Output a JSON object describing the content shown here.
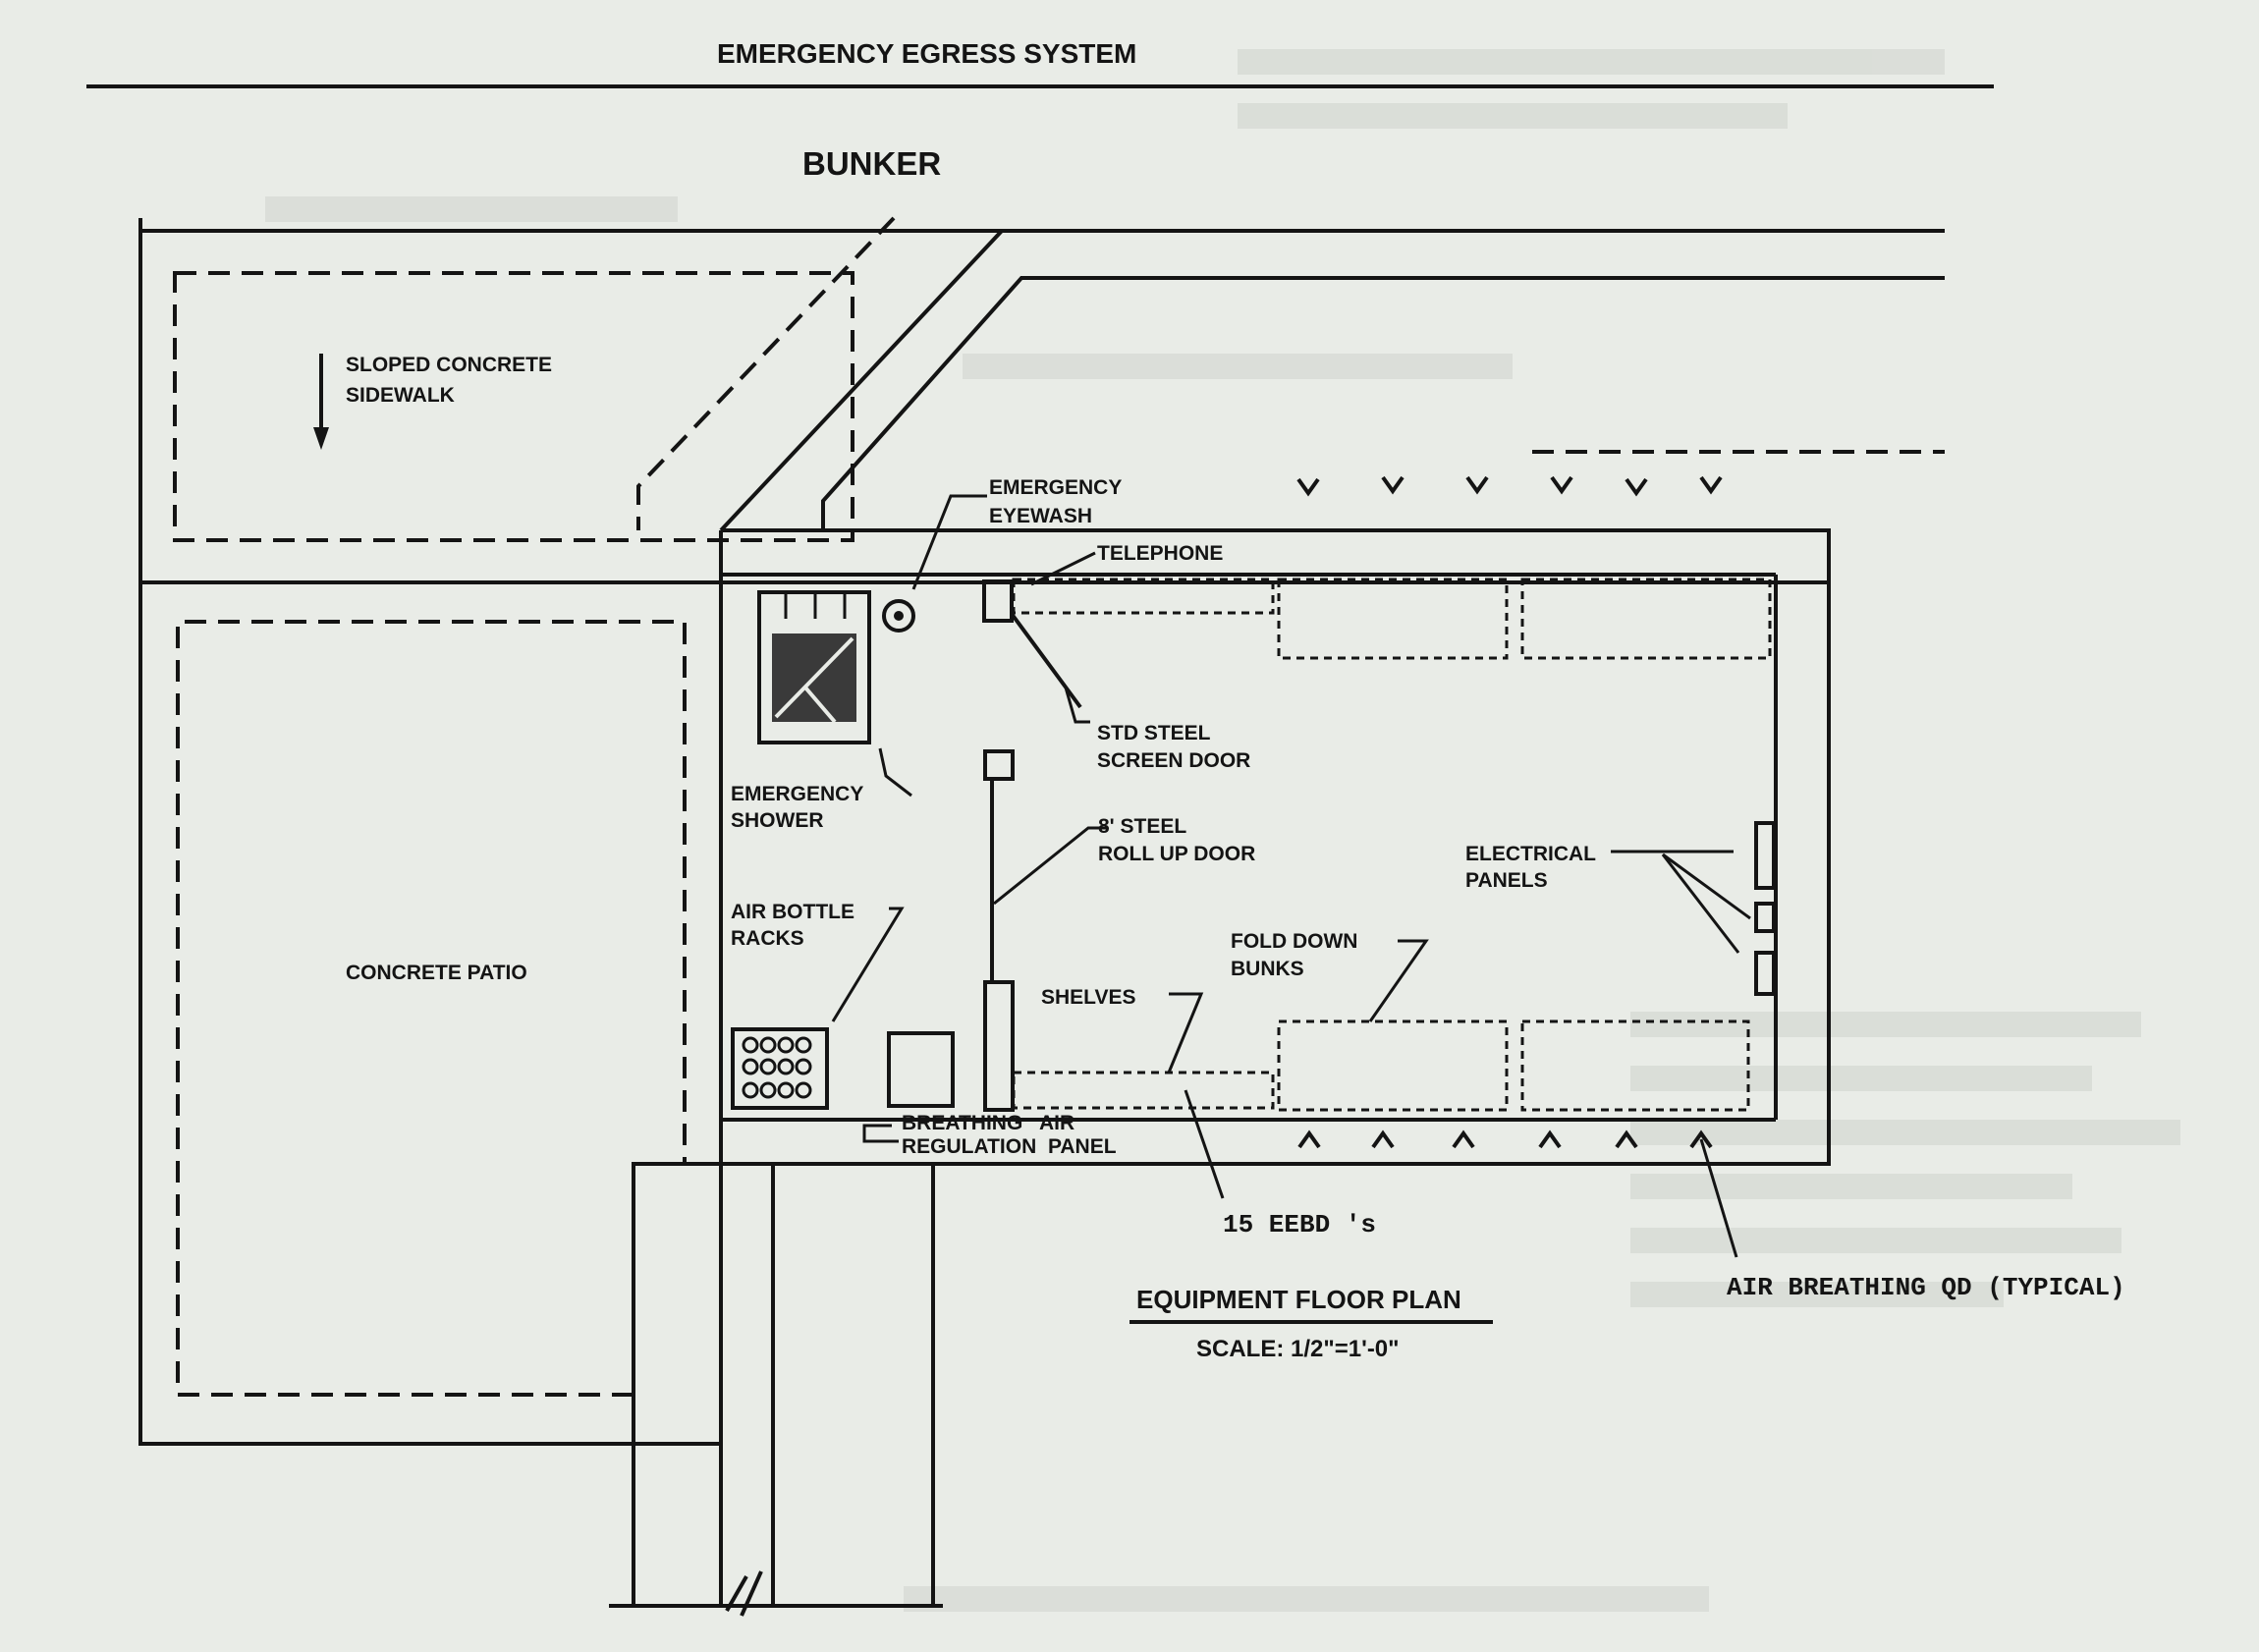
{
  "title": "EMERGENCY EGRESS SYSTEM",
  "areas": {
    "bunker": "BUNKER",
    "concrete_patio": "CONCRETE PATIO"
  },
  "labels": {
    "sloped_sidewalk": [
      "SLOPED CONCRETE",
      "SIDEWALK"
    ],
    "emergency_eyewash": [
      "EMERGENCY",
      "EYEWASH"
    ],
    "telephone": "TELEPHONE",
    "screen_door": [
      "STD STEEL",
      "SCREEN DOOR"
    ],
    "emergency_shower": [
      "EMERGENCY",
      "SHOWER"
    ],
    "roll_up_door": [
      "8' STEEL",
      "ROLL UP DOOR"
    ],
    "electrical_panels": [
      "ELECTRICAL",
      "PANELS"
    ],
    "air_bottle_racks": [
      "AIR BOTTLE",
      "RACKS"
    ],
    "fold_down_bunks": [
      "FOLD DOWN",
      "BUNKS"
    ],
    "shelves": "SHELVES",
    "breathing_air_panel": [
      "BREATHING   AIR",
      "REGULATION  PANEL"
    ],
    "eebds": "15 EEBD 's",
    "air_breathing_qd": "AIR BREATHING QD (TYPICAL)"
  },
  "plan_caption": {
    "title": "EQUIPMENT FLOOR PLAN",
    "scale": "SCALE: 1/2\"=1'-0\""
  },
  "qd_marker_top": "v",
  "qd_marker_bottom": "^"
}
